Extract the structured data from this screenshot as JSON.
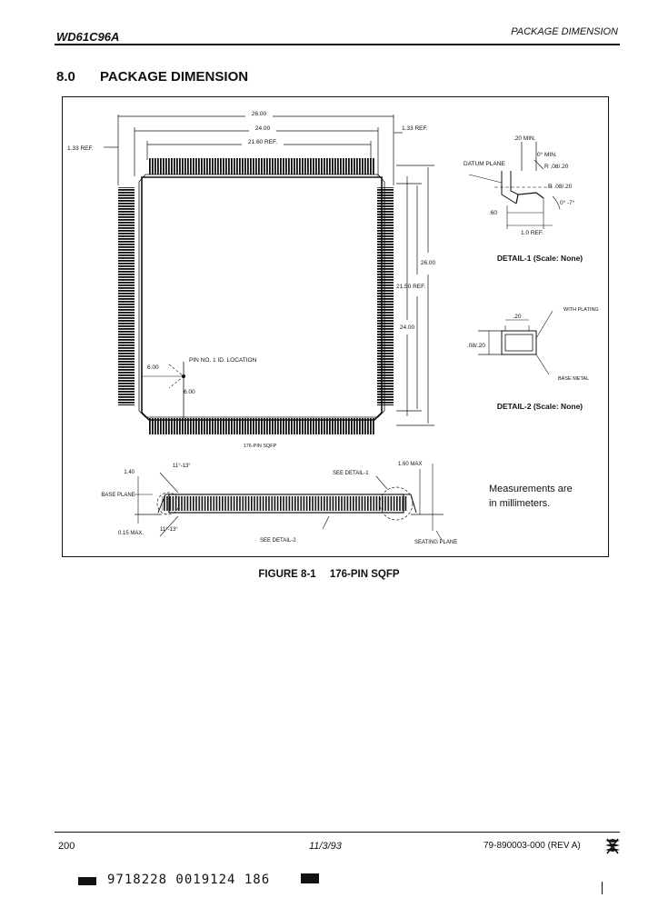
{
  "header": {
    "doc_id": "WD61C96A",
    "section": "PACKAGE DIMENSION"
  },
  "section": {
    "number": "8.0",
    "title": "PACKAGE DIMENSION"
  },
  "figure": {
    "top_view": {
      "dim_overall": "26.00",
      "dim_body": "24.00",
      "dim_leads": "21.60 REF.",
      "ref_left": "1.33 REF.",
      "ref_right": "1.33 REF.",
      "dim_overall_v": "26.00",
      "dim_leads_v": "21.50 REF.",
      "dim_body_v": "24.00",
      "pin1_label": "PIN NO. 1 ID. LOCATION",
      "pin1_x": "6.00",
      "pin1_y": "6.00",
      "package_label": "176-PIN SQFP"
    },
    "side_view": {
      "height": "1.40",
      "base_plane": "BASE PLANE",
      "angle_top": "11°-13°",
      "angle_bottom": "11°-13°",
      "standoff": "0.15 MAX.",
      "see_detail_1": "SEE DETAIL-1",
      "max_height": "1.60 MAX",
      "see_detail_2": "SEE DETAIL-2",
      "seating_plane": "SEATING PLANE"
    },
    "detail1": {
      "lead_width": ".20 MIN.",
      "angle": "0° MIN.",
      "datum_plane": "DATUM PLANE",
      "radius_1": "R .08/.20",
      "radius_2": "R .08/.20",
      "angle_foot": "0° -7°",
      "foot_len": ".60",
      "ref": "1.0 REF.",
      "title": "DETAIL-1 (Scale: None)"
    },
    "detail2": {
      "width": ".20",
      "plating": "WITH PLATING",
      "thickness": ".08/.20",
      "base_metal": "BASE METAL",
      "title": "DETAIL-2 (Scale: None)"
    },
    "note": {
      "line1": "Measurements are",
      "line2": "in millimeters."
    }
  },
  "caption": {
    "figure_num": "FIGURE 8-1",
    "figure_title": "176-PIN SQFP"
  },
  "footer": {
    "page": "200",
    "date": "11/3/93",
    "doc_num": "79-890003-000 (REV A)"
  },
  "barcode": {
    "text": "9718228 0019124 186"
  }
}
